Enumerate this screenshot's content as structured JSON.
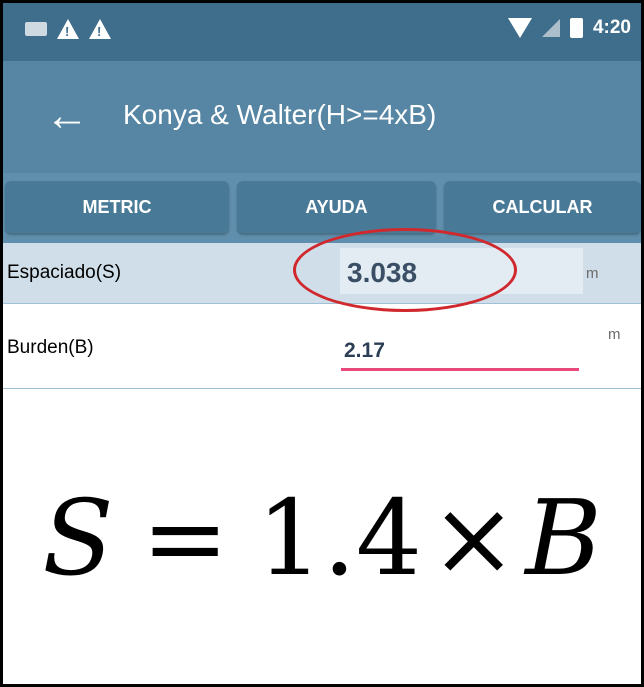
{
  "status_bar": {
    "time": "4:20",
    "icons": [
      "keyboard-icon",
      "warning-icon",
      "warning-icon",
      "wifi-icon",
      "signal-icon",
      "battery-icon"
    ]
  },
  "app_bar": {
    "title": "Konya & Walter(H>=4xB)",
    "back_icon": "back-arrow-icon"
  },
  "buttons": {
    "metric": "METRIC",
    "ayuda": "AYUDA",
    "calcular": "CALCULAR"
  },
  "fields": [
    {
      "label": "Espaciado(S)",
      "value": "3.038",
      "unit": "m"
    },
    {
      "label": "Burden(B)",
      "value": "2.17",
      "unit": "m"
    }
  ],
  "formula": {
    "lhs": "S",
    "equals": "=",
    "coefficient": "1.4",
    "operator": "×",
    "rhs": "B"
  },
  "colors": {
    "status_bar": "#3f6e8c",
    "app_bar": "#5686a3",
    "button": "#487a98",
    "highlight_row": "#cfdee8",
    "input_underline": "#e8487a",
    "annotation_circle": "#d0282d"
  }
}
